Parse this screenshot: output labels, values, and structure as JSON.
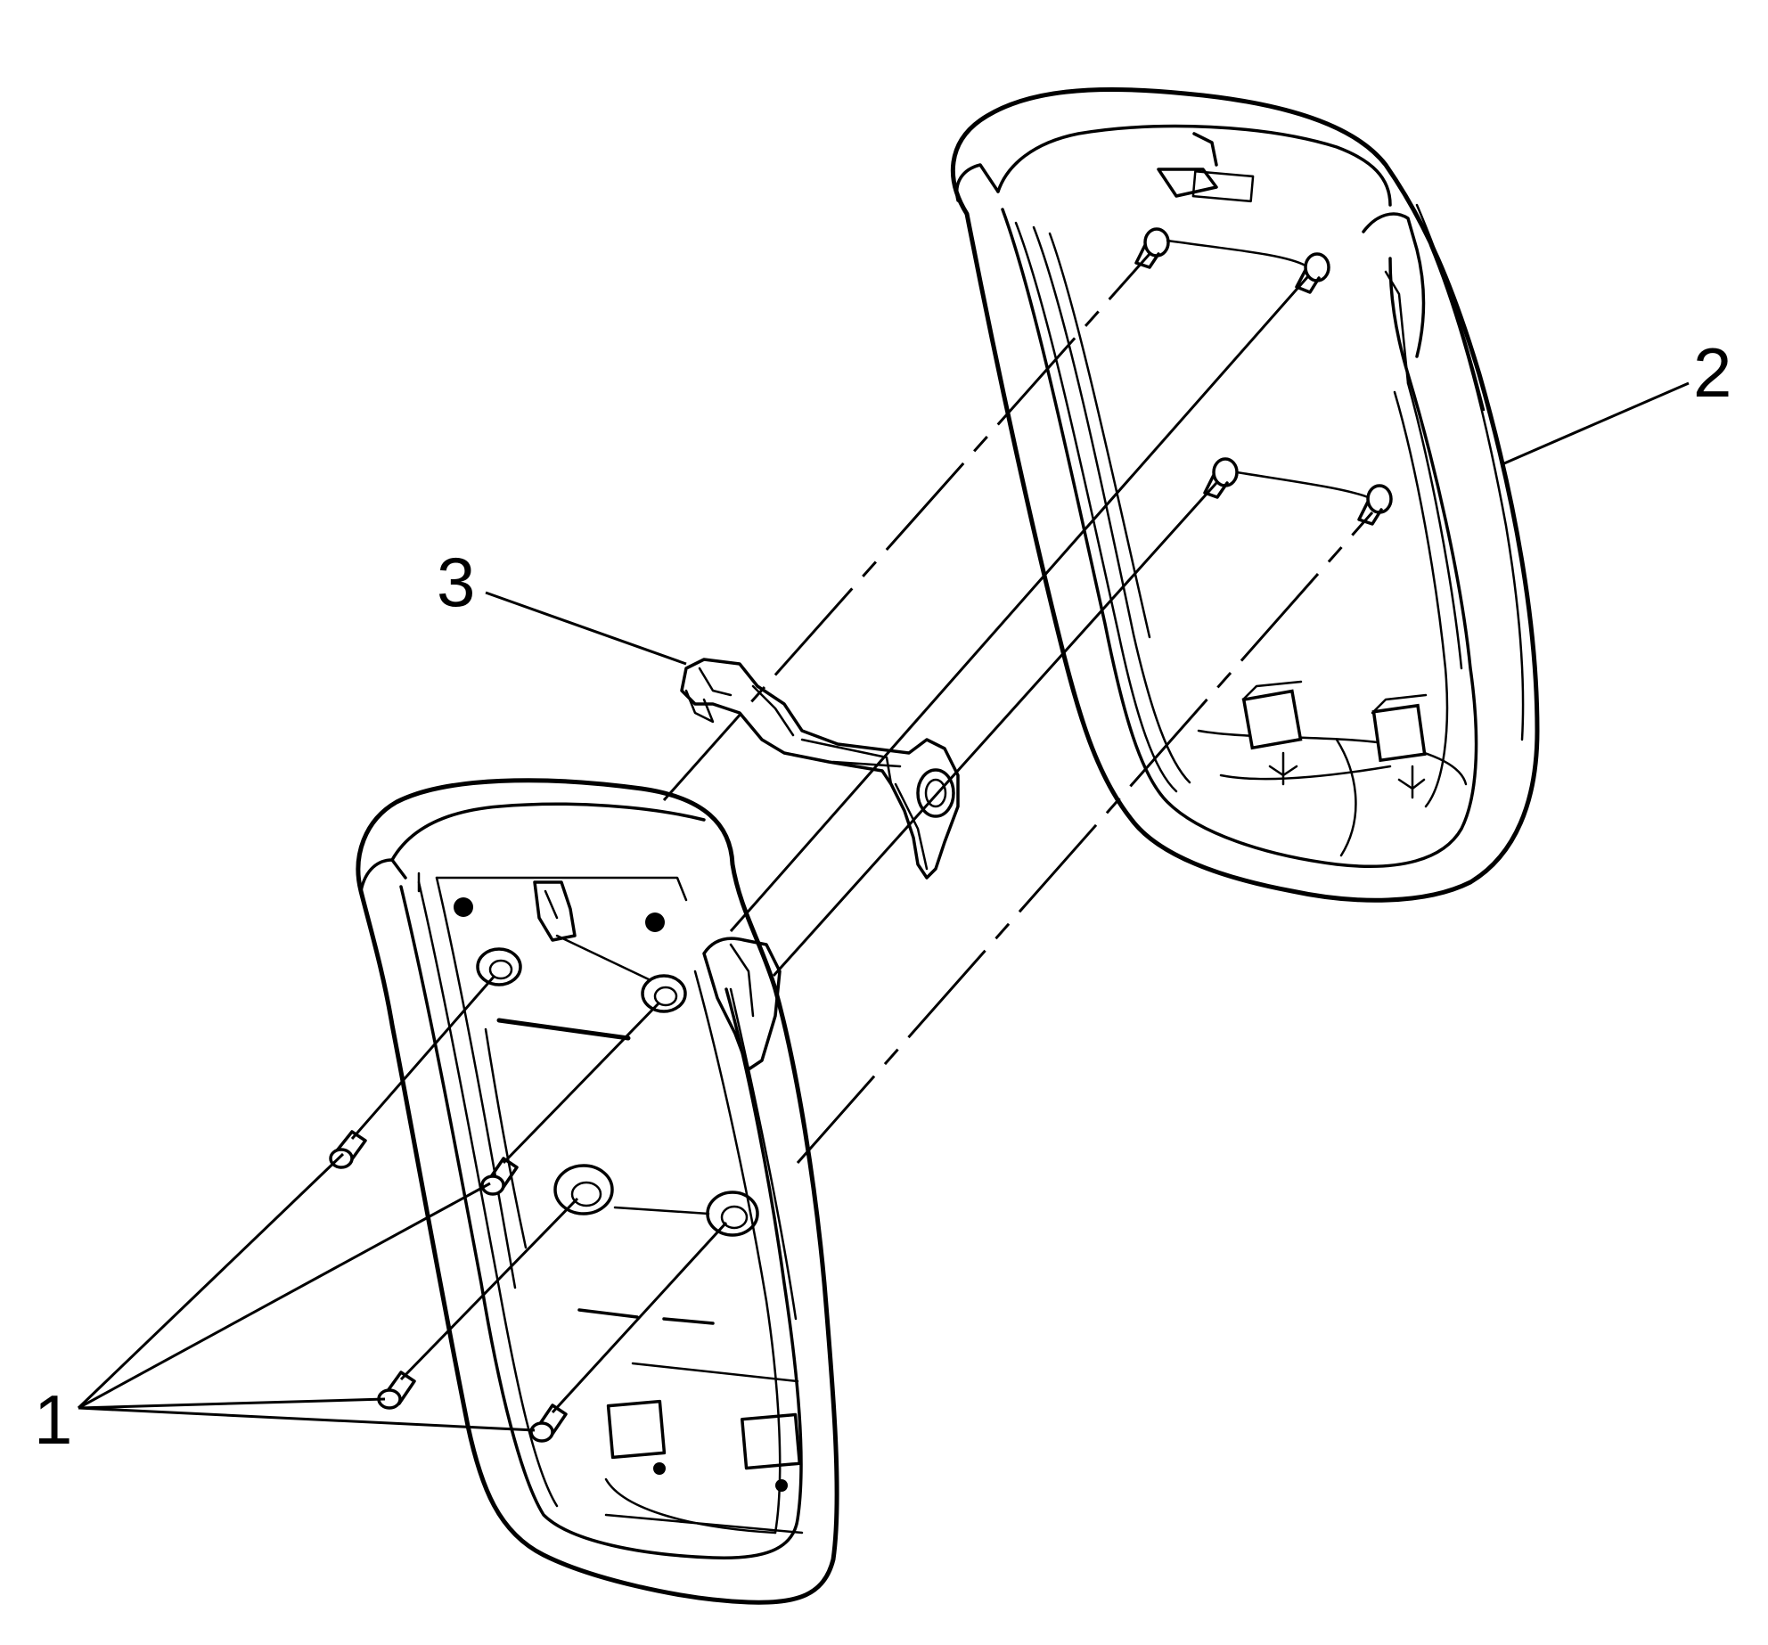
{
  "callouts": {
    "one": "1",
    "two": "2",
    "three": "3"
  },
  "colors": {
    "ink": "#000000",
    "background": "#ffffff"
  }
}
